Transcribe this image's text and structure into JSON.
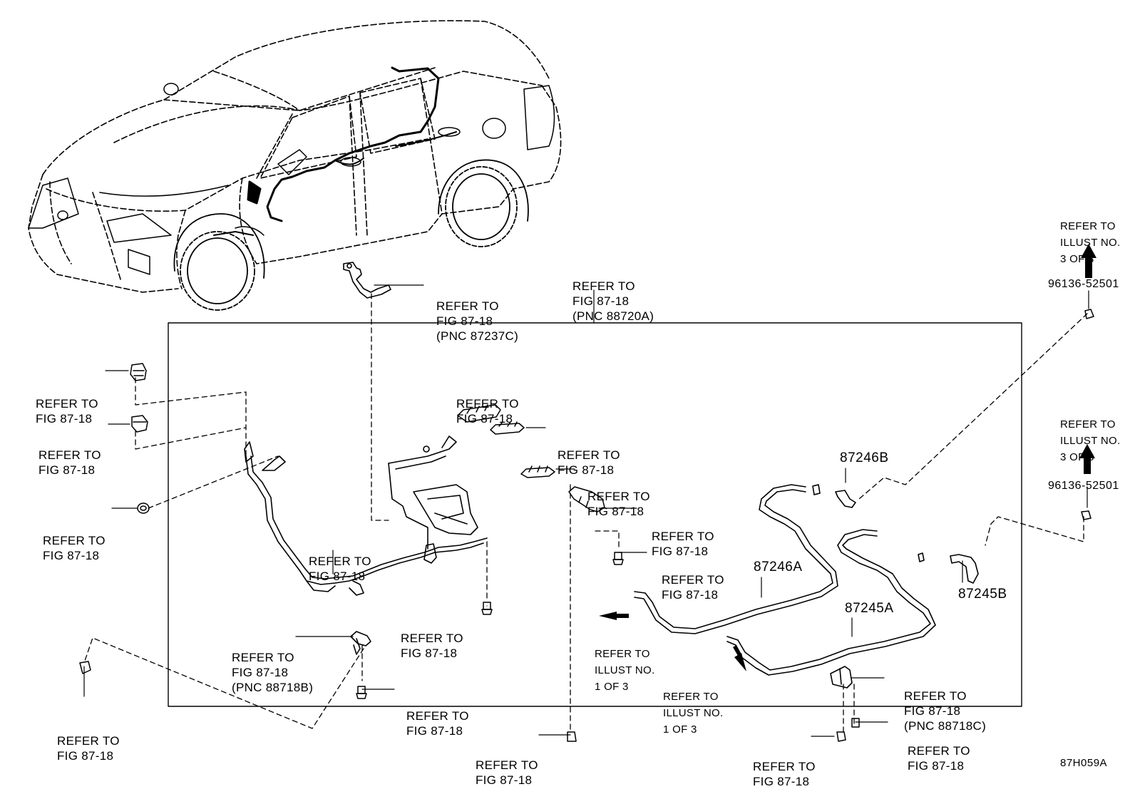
{
  "labels": {
    "l_car_front": [
      "REFER TO",
      "FIG 87-18",
      "(PNC 87237C)"
    ],
    "l_top": [
      "REFER TO",
      "FIG 87-18",
      "(PNC 88720A)"
    ],
    "l_tr1": [
      "REFER TO",
      "ILLUST NO.",
      "3 OF 3"
    ],
    "l_tr2": [
      "REFER TO",
      "ILLUST NO.",
      "3 OF 3"
    ],
    "l_left1": [
      "REFER TO",
      "FIG 87-18"
    ],
    "l_left2": [
      "REFER TO",
      "FIG 87-18"
    ],
    "l_left3": [
      "REFER TO",
      "FIG 87-18"
    ],
    "l_mid_top": [
      "REFER TO",
      "FIG 87-18"
    ],
    "l_mid_r1": [
      "REFER TO",
      "FIG 87-18"
    ],
    "l_mid_r2": [
      "REFER TO",
      "FIG 87-18"
    ],
    "l_bracket_r": [
      "REFER TO",
      "FIG 87-18"
    ],
    "l_bolt_r": [
      "REFER TO",
      "FIG 87-18"
    ],
    "l_pipe_left": [
      "REFER TO",
      "FIG 87-18"
    ],
    "l_bolt_mid": [
      "REFER TO",
      "FIG 87-18"
    ],
    "l_88718b": [
      "REFER TO",
      "FIG 87-18",
      "(PNC 88718B)"
    ],
    "l_bolt_88718b": [
      "REFER TO",
      "FIG 87-18"
    ],
    "l_bot_left": [
      "REFER TO",
      "FIG 87-18"
    ],
    "l_bot_mid": [
      "REFER TO",
      "FIG 87-18"
    ],
    "l_illust1": [
      "REFER TO",
      "ILLUST NO.",
      "1 OF 3"
    ],
    "l_illust2": [
      "REFER TO",
      "ILLUST NO.",
      "1 OF 3"
    ],
    "l_88718c": [
      "REFER TO",
      "FIG 87-18",
      "(PNC 88718C)"
    ],
    "l_bot_r1": [
      "REFER TO",
      "FIG 87-18"
    ],
    "l_bot_r2": [
      "REFER TO",
      "FIG 87-18"
    ]
  },
  "part_numbers": {
    "p_87246b": "87246B",
    "p_87246a": "87246A",
    "p_87245a": "87245A",
    "p_87245b": "87245B",
    "p_96136_1": "96136-52501",
    "p_96136_2": "96136-52501"
  },
  "figure_code": "87H059A"
}
